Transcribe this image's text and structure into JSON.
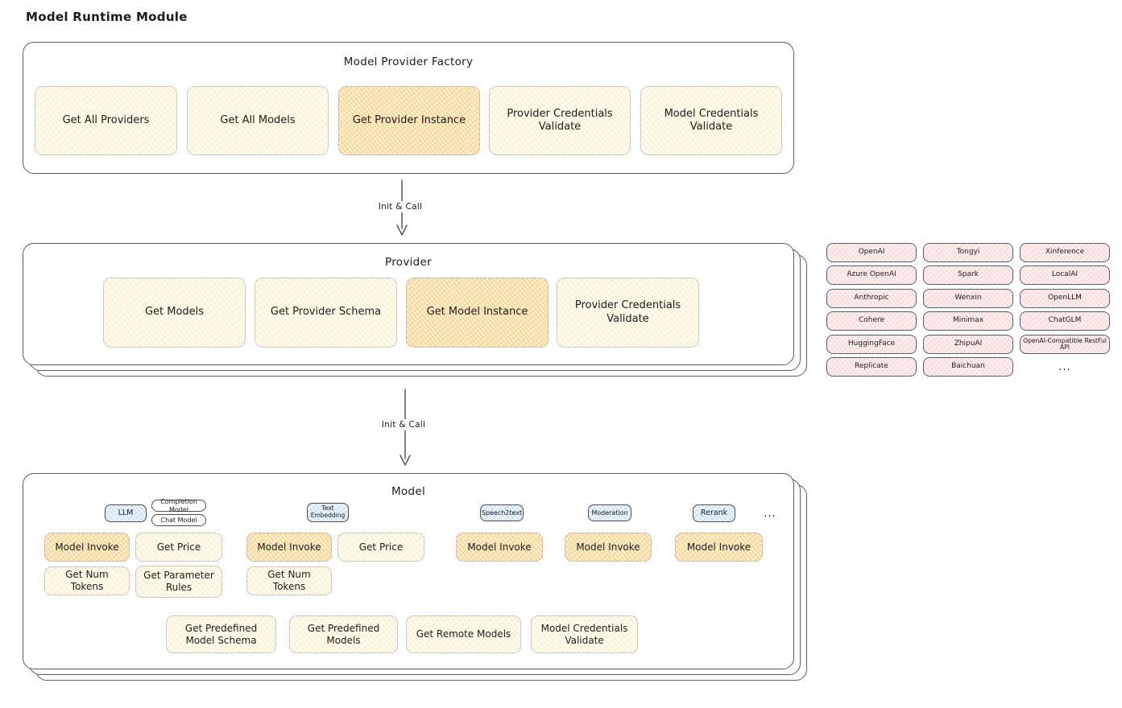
{
  "page": {
    "title": "Model Runtime Module"
  },
  "colors": {
    "stroke": "#585b60",
    "light_yellow_fill": "#fffdf2",
    "orange_fill": "#f2b454",
    "pink_fill": "#fdf1f0",
    "blue_fill": "#eef6fd"
  },
  "factory": {
    "title": "Model Provider Factory",
    "buttons": [
      {
        "label": "Get All Providers",
        "highlighted": false
      },
      {
        "label": "Get All Models",
        "highlighted": false
      },
      {
        "label": "Get Provider Instance",
        "highlighted": true
      },
      {
        "label": "Provider Credentials Validate",
        "highlighted": false
      },
      {
        "label": "Model Credentials Validate",
        "highlighted": false
      }
    ]
  },
  "arrows": {
    "factory_to_provider": "Init & Call",
    "provider_to_model": "Init & Call"
  },
  "provider": {
    "title": "Provider",
    "buttons": [
      {
        "label": "Get Models",
        "highlighted": false
      },
      {
        "label": "Get Provider Schema",
        "highlighted": false
      },
      {
        "label": "Get Model Instance",
        "highlighted": true
      },
      {
        "label": "Provider Credentials Validate",
        "highlighted": false
      }
    ]
  },
  "providers": {
    "col1": [
      "OpenAI",
      "Azure OpenAI",
      "Anthropic",
      "Cohere",
      "HuggingFace",
      "Replicate"
    ],
    "col2": [
      "Tongyi",
      "Spark",
      "Wenxin",
      "Minimax",
      "ZhipuAI",
      "Baichuan"
    ],
    "col3": [
      "Xinference",
      "LocalAI",
      "OpenLLM",
      "ChatGLM",
      "OpenAI-Compatible RestFul API"
    ],
    "more": "..."
  },
  "model": {
    "title": "Model",
    "types": {
      "llm": "LLM",
      "completion": "Completion Model",
      "chat": "Chat Model",
      "text_embedding": "Text\nEmbedding",
      "speech2text": "Speech2text",
      "moderation": "Moderation",
      "rerank": "Rerank",
      "more": "..."
    },
    "llm_actions": [
      "Model Invoke",
      "Get Price",
      "Get Num Tokens",
      "Get Parameter Rules"
    ],
    "text_embedding_actions": [
      "Model Invoke",
      "Get Price",
      "Get Num Tokens"
    ],
    "speech2text_actions": [
      "Model Invoke"
    ],
    "moderation_actions": [
      "Model Invoke"
    ],
    "rerank_actions": [
      "Model Invoke"
    ],
    "shared_actions": [
      "Get Predefined Model Schema",
      "Get Predefined Models",
      "Get Remote Models",
      "Model Credentials Validate"
    ]
  }
}
